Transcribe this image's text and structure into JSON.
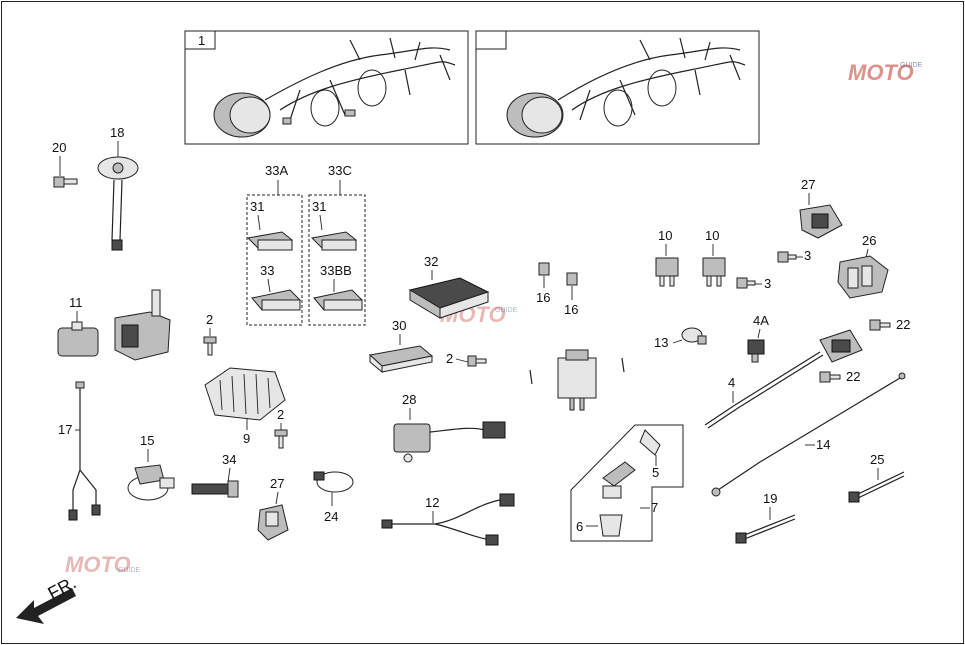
{
  "labels": {
    "p1": "1",
    "p2a": "2",
    "p2b": "2",
    "p2c": "2",
    "p3a": "3",
    "p3b": "3",
    "p4": "4",
    "p4a": "4A",
    "p5": "5",
    "p6": "6",
    "p7": "7",
    "p9": "9",
    "p10a": "10",
    "p10b": "10",
    "p11": "11",
    "p12": "12",
    "p13": "13",
    "p14": "14",
    "p15": "15",
    "p16a": "16",
    "p16b": "16",
    "p17": "17",
    "p18": "18",
    "p19": "19",
    "p20": "20",
    "p22a": "22",
    "p22b": "22",
    "p24": "24",
    "p25": "25",
    "p26": "26",
    "p27a": "27",
    "p27b": "27",
    "p28": "28",
    "p30": "30",
    "p31a": "31",
    "p31b": "31",
    "p32": "32",
    "p33": "33",
    "p33a": "33A",
    "p33c": "33C",
    "p33bb": "33BB",
    "p34": "34"
  },
  "watermark": {
    "text_moto": "MOTO",
    "text_small": "GUIDE"
  },
  "direction": "FR.",
  "colors": {
    "line": "#222222",
    "watermark_red": "#c0392b",
    "watermark_blue": "#2c4a8a"
  }
}
